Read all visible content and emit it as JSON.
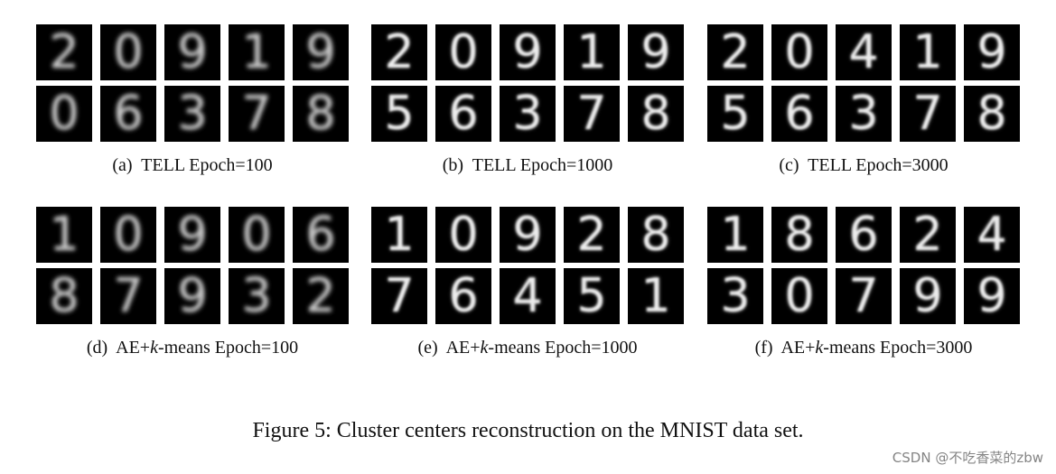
{
  "panels": [
    {
      "label": "(a)",
      "pre": "TELL Epoch=100",
      "var": "",
      "post": "",
      "row1": [
        "2",
        "0",
        "9",
        "1",
        "9"
      ],
      "row2": [
        "0",
        "6",
        "3",
        "7",
        "8"
      ]
    },
    {
      "label": "(b)",
      "pre": "TELL Epoch=1000",
      "var": "",
      "post": "",
      "row1": [
        "2",
        "0",
        "9",
        "1",
        "9"
      ],
      "row2": [
        "5",
        "6",
        "3",
        "7",
        "8"
      ]
    },
    {
      "label": "(c)",
      "pre": "TELL Epoch=3000",
      "var": "",
      "post": "",
      "row1": [
        "2",
        "0",
        "4",
        "1",
        "9"
      ],
      "row2": [
        "5",
        "6",
        "3",
        "7",
        "8"
      ]
    },
    {
      "label": "(d)",
      "pre": "AE+",
      "var": "k",
      "post": "-means Epoch=100",
      "row1": [
        "1",
        "0",
        "9",
        "0",
        "6"
      ],
      "row2": [
        "8",
        "7",
        "9",
        "3",
        "2"
      ]
    },
    {
      "label": "(e)",
      "pre": "AE+",
      "var": "k",
      "post": "-means Epoch=1000",
      "row1": [
        "1",
        "0",
        "9",
        "2",
        "8"
      ],
      "row2": [
        "7",
        "6",
        "4",
        "5",
        "1"
      ]
    },
    {
      "label": "(f)",
      "pre": "AE+",
      "var": "k",
      "post": "-means Epoch=3000",
      "row1": [
        "1",
        "8",
        "6",
        "2",
        "4"
      ],
      "row2": [
        "3",
        "0",
        "7",
        "9",
        "9"
      ]
    }
  ],
  "figure_caption": "Figure 5:   Cluster centers reconstruction on the MNIST data set.",
  "watermark": "CSDN @不吃香菜的zbw"
}
